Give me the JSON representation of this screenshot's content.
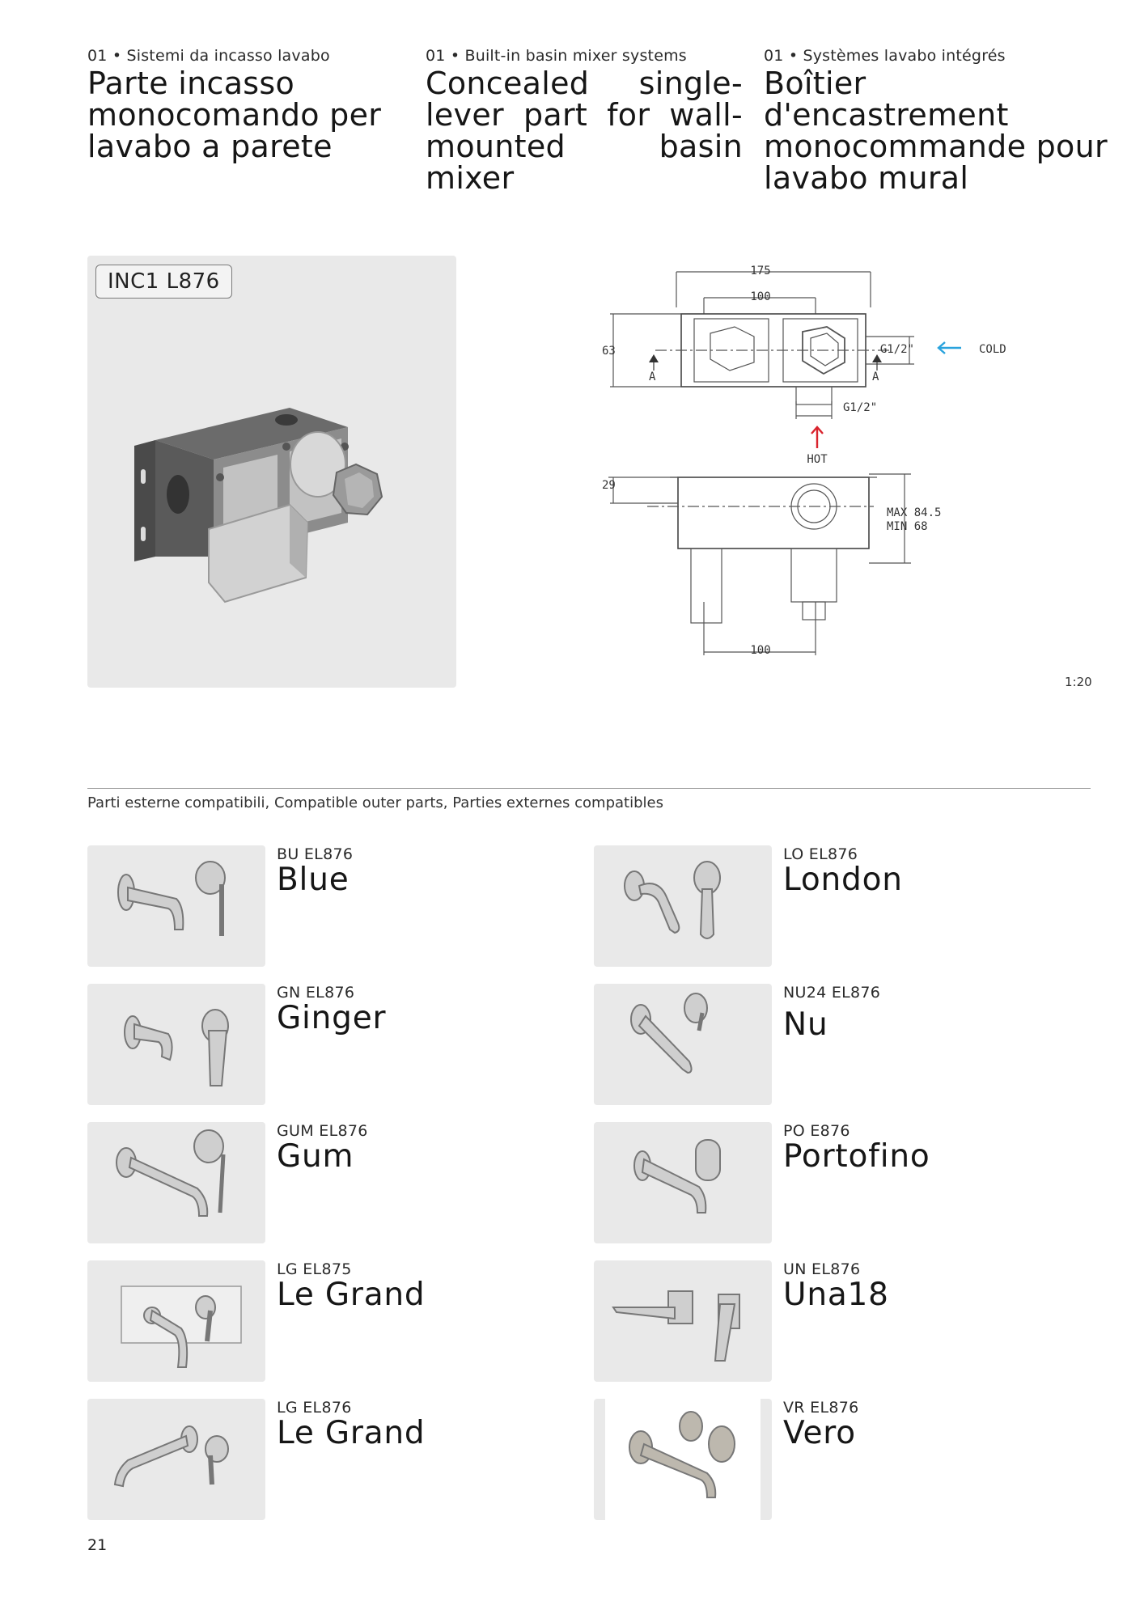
{
  "headers": [
    {
      "kicker": "01 • Sistemi da incasso lavabo",
      "title": "Parte incasso monocomando per lavabo a parete"
    },
    {
      "kicker": "01 • Built-in basin mixer systems",
      "title": "Concealed single-lever part for wall-mounted basin mixer"
    },
    {
      "kicker": "01 • Systèmes lavabo intégrés",
      "title": "Boîtier d'encastrement monocommande pour lavabo mural"
    }
  ],
  "product": {
    "code": "INC1 L876"
  },
  "drawing": {
    "dim_175": "175",
    "dim_100_top": "100",
    "dim_63": "63",
    "thread_right": "G1/2\"",
    "cold_label": "COLD",
    "thread_bottom": "G1/2\"",
    "hot_label": "HOT",
    "section_a": "A",
    "dim_29": "29",
    "max_label": "MAX 84.5",
    "min_label": "MIN 68",
    "dim_100_bottom": "100",
    "cold_color": "#2aa3dd",
    "hot_color": "#d9232d",
    "scale": "1:20"
  },
  "compatible_heading": "Parti esterne compatibili, Compatible outer parts, Parties externes compatibles",
  "parts": [
    {
      "code": "BU EL876",
      "name": "Blue"
    },
    {
      "code": "LO EL876",
      "name": "London"
    },
    {
      "code": "GN EL876",
      "name": "Ginger"
    },
    {
      "code": "NU24 EL876",
      "name": "Nu"
    },
    {
      "code": "GUM EL876",
      "name": "Gum"
    },
    {
      "code": "PO E876",
      "name": "Portofino"
    },
    {
      "code": "LG EL875",
      "name": "Le Grand"
    },
    {
      "code": "UN EL876",
      "name": "Una18"
    },
    {
      "code": "LG EL876",
      "name": "Le Grand"
    },
    {
      "code": "VR EL876",
      "name": "Vero"
    }
  ],
  "page_number": "21"
}
